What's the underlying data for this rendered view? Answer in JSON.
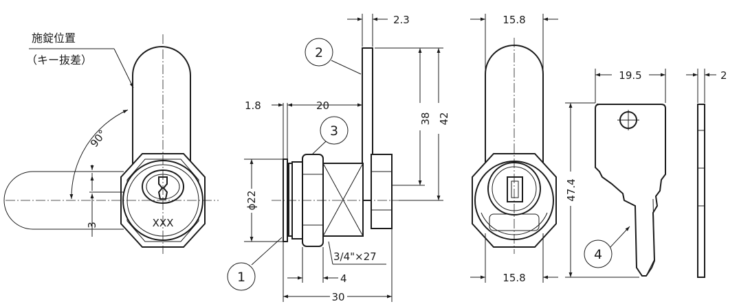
{
  "note": {
    "line1": "施錠位置",
    "line2": "（キー抜差）"
  },
  "angle": "90°",
  "key_code": "XXX",
  "dimensions": {
    "front_small": "3",
    "plate_thickness": "2.3",
    "flange": "1.8",
    "body_length": "20",
    "diameter": "ϕ22",
    "plate_38": "38",
    "plate_42": "42",
    "thread": "3/4\"×27",
    "nut": "4",
    "overall": "30",
    "top_width": "15.8",
    "bottom_width": "15.8",
    "key_width": "19.5",
    "key_length": "47.4",
    "key_thickness": "2"
  },
  "callouts": [
    "1",
    "2",
    "3",
    "4"
  ]
}
